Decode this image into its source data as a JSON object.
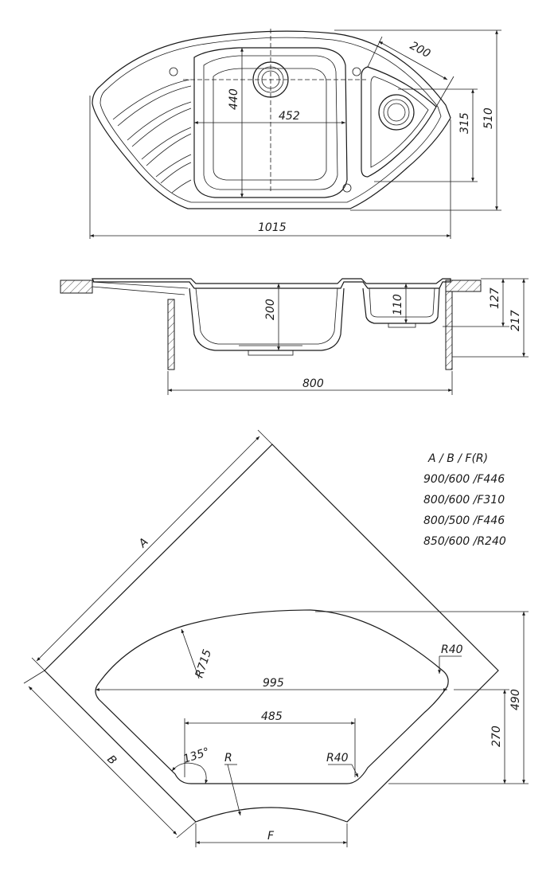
{
  "top_view": {
    "dims": {
      "width_total": "1015",
      "depth_total": "510",
      "main_bowl_width": "452",
      "main_bowl_depth": "440",
      "small_bowl_depth": "315",
      "small_bowl_width": "200"
    }
  },
  "section_view": {
    "dims": {
      "cabinet_width": "800",
      "main_bowl_depth": "200",
      "small_bowl_depth": "110",
      "rim_depth": "127",
      "total_depth": "217"
    }
  },
  "cutout": {
    "labels": {
      "side_a": "A",
      "side_b": "B",
      "chord_f": "F",
      "radius_r": "R"
    },
    "dims": {
      "front_radius": "R715",
      "width": "995",
      "inner_width": "485",
      "corner_radius_right": "R40",
      "corner_radius_inner": "R40",
      "angle": "135°",
      "depth_total": "490",
      "depth_inner": "270"
    },
    "table": {
      "header": "A / B / F(R)",
      "rows": [
        "900/600 /F446",
        "800/600 /F310",
        "800/500 /F446",
        "850/600 /R240"
      ]
    }
  }
}
